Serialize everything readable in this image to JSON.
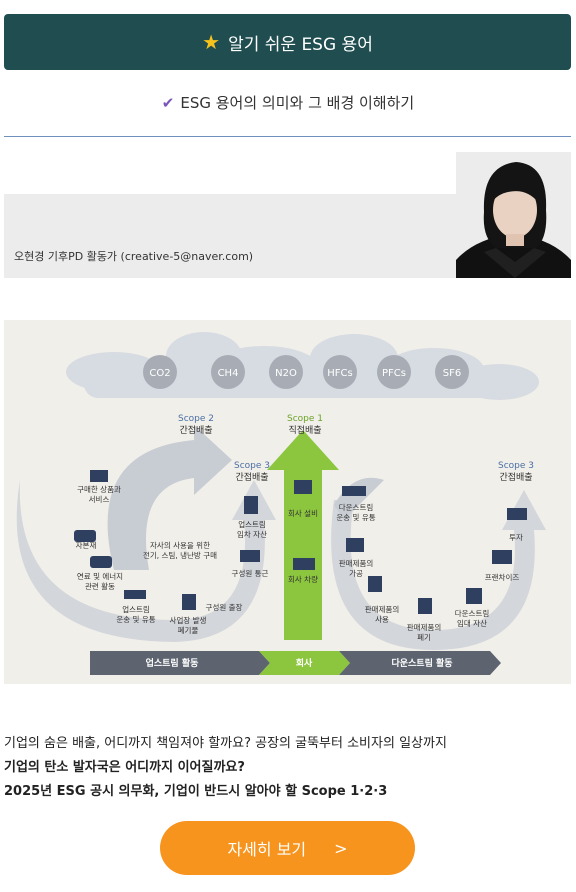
{
  "header": {
    "title": "알기 쉬운 ESG 용어",
    "icon": "star-icon"
  },
  "subtitle": {
    "text": "ESG 용어의 의미와 그 배경 이해하기",
    "icon": "checkmark-icon"
  },
  "author": {
    "byline": "오현경 기후PD 활동가 (creative-5@naver.com)"
  },
  "infographic": {
    "gases": [
      "CO2",
      "CH4",
      "N2O",
      "HFCs",
      "PFCs",
      "SF6"
    ],
    "scope2": {
      "label": "Scope 2",
      "desc": "간접배출"
    },
    "scope1": {
      "label": "Scope 1",
      "desc": "직접배출"
    },
    "scope3_up": {
      "label": "Scope 3",
      "desc": "간접배출"
    },
    "scope3_down": {
      "label": "Scope 3",
      "desc": "간접배출"
    },
    "upstream_items": [
      "구매한 상품과",
      "서비스",
      "자본재",
      "연료 및 에너지",
      "관련 활동",
      "업스트림",
      "운송 및 유통",
      "사업장 발생",
      "폐기물",
      "구성원 출장",
      "구성원 통근",
      "업스트림",
      "임차 자산",
      "자사의 사용을 위한",
      "전기, 스팀, 냉난방 구매"
    ],
    "company_items": [
      "회사 설비",
      "회사 차량"
    ],
    "downstream_items": [
      "다운스트림",
      "운송 및 유통",
      "판매제품의",
      "가공",
      "판매제품의",
      "사용",
      "판매제품의",
      "폐기",
      "다운스트림",
      "임대 자산",
      "프랜차이즈",
      "투자"
    ],
    "bar": {
      "upstream": "업스트림 활동",
      "company": "회사",
      "downstream": "다운스트림 활동"
    }
  },
  "body": {
    "line1": "기업의 숨은 배출, 어디까지 책임져야 할까요? 공장의 굴뚝부터 소비자의 일상까지",
    "line2": "기업의 탄소 발자국은 어디까지 이어질까요?",
    "line3": "2025년 ESG 공시 의무화, 기업이 반드시 알아야 할 Scope 1·2·3"
  },
  "cta": {
    "label": "자세히 보기",
    "arrow": ">"
  },
  "colors": {
    "header_bg": "#1f4d50",
    "cta": "#f7941d",
    "scope1": "#8cc63f",
    "scope_blue": "#4a6fa5"
  }
}
